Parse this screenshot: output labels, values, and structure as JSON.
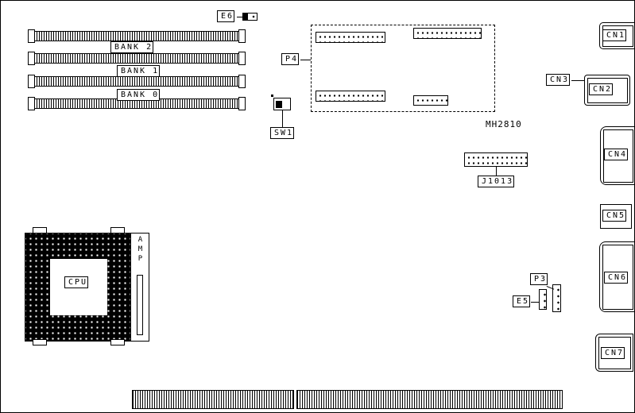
{
  "board": {
    "part_number": "MH2810",
    "memory_banks": [
      {
        "label": "BANK 2"
      },
      {
        "label": "BANK 1"
      },
      {
        "label": "BANK 0"
      }
    ],
    "cpu": {
      "label": "CPU",
      "socket_brand": "AMP"
    },
    "jumpers": {
      "e6": "E6",
      "sw1": "SW1",
      "e5": "E5"
    },
    "headers": {
      "p4": "P4",
      "j1013": "J1013",
      "p3": "P3"
    },
    "connectors": {
      "cn1": "CN1",
      "cn2": "CN2",
      "cn3": "CN3",
      "cn4": "CN4",
      "cn5": "CN5",
      "cn6": "CN6",
      "cn7": "CN7"
    }
  }
}
